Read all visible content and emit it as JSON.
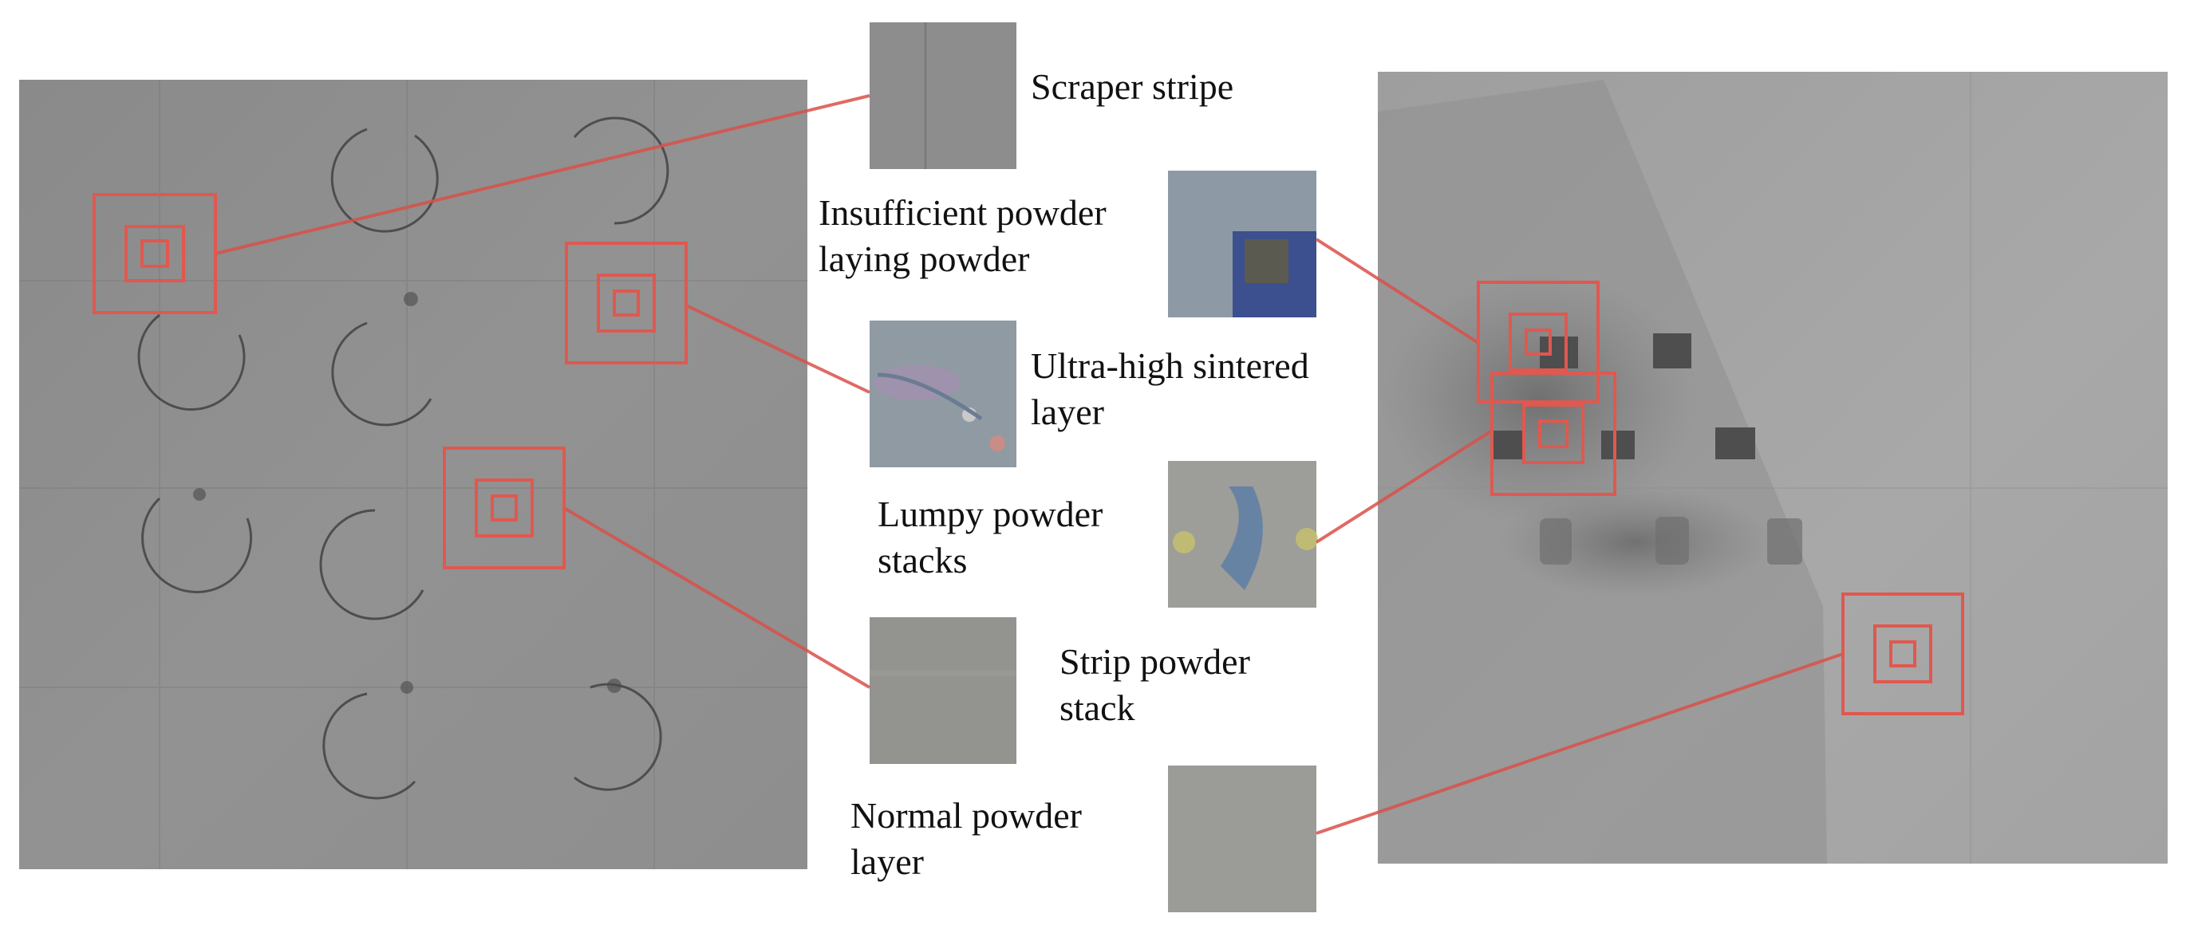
{
  "figure": {
    "labels": {
      "scraper_stripe": [
        "Scraper stripe"
      ],
      "insufficient_powder": [
        "Insufficient powder",
        "laying powder"
      ],
      "ultra_high_sintered": [
        "Ultra-high sintered",
        "layer"
      ],
      "lumpy_powder": [
        "Lumpy powder",
        "stacks"
      ],
      "strip_powder": [
        "Strip powder",
        "stack"
      ],
      "normal_powder": [
        "Normal powder",
        "layer"
      ]
    },
    "colors": {
      "marker": "#e0584f",
      "connector": "#d9504a",
      "plate_left": "#8c8c8c",
      "plate_right": "#a6a6a6",
      "text": "#111111"
    }
  }
}
